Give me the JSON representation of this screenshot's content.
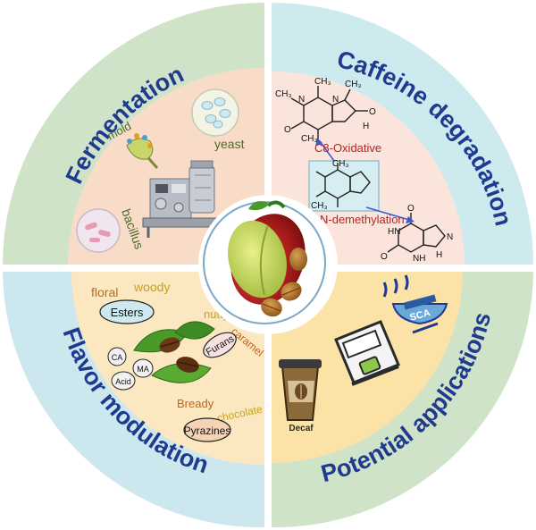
{
  "quadrants": {
    "top_left": {
      "title": "Fermentation",
      "color": "#cfe3c8"
    },
    "top_right": {
      "title": "Caffeine degradation",
      "color": "#cdebef"
    },
    "bottom_left": {
      "title": "Flavor modulation",
      "color": "#cde7ee"
    },
    "bottom_right": {
      "title": "Potential applications",
      "color": "#cfe3c8"
    }
  },
  "fermentation": {
    "mold": "mold",
    "yeast": "yeast",
    "bacillus": "bacillus",
    "fill": "#f8dcc8"
  },
  "caffeine": {
    "oxidative": "C8-Oxidative",
    "demethylation": "N-demethylation",
    "methyl_labels": [
      "CH₃",
      "CH₃",
      "CH₃",
      "CH₃",
      "CH₃",
      "CH₃"
    ],
    "atoms": {
      "N": "N",
      "O": "O",
      "H": "H",
      "NH": "NH",
      "HN": "HN",
      "H_dot": "H"
    },
    "accent": "#c02020",
    "fill": "#fbe4dc"
  },
  "flavor": {
    "floral": "floral",
    "woody": "woody",
    "esters": "Esters",
    "nutty": "nutty",
    "caramel": "caramel",
    "furans": "Furans",
    "ca": "CA",
    "ma": "MA",
    "acid": "Acid",
    "bready": "Bready",
    "chocolate": "chocolate",
    "pyrazines": "Pyrazines",
    "fill": "#fbe8c0"
  },
  "applications": {
    "decaf": "Decaf",
    "sca": "SCA",
    "fill": "#fbe3a8"
  }
}
